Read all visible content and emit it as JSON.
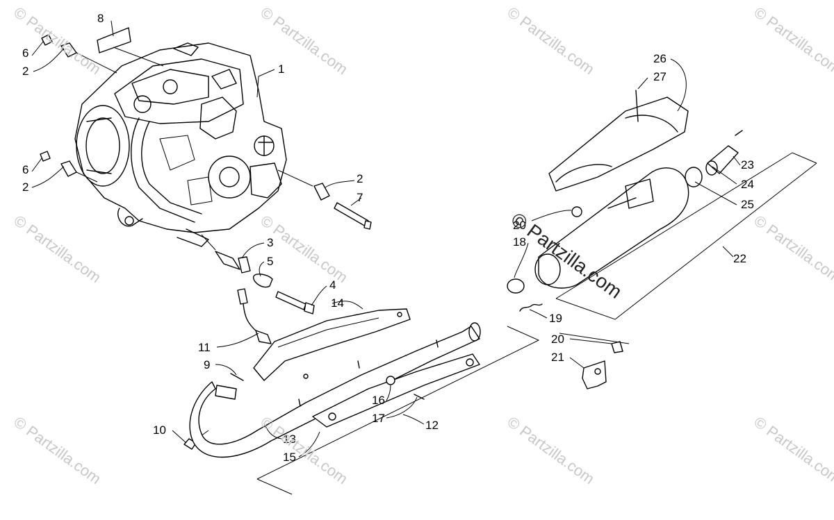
{
  "watermark": {
    "text": "© Partzilla.com",
    "center_text": "© Partzilla.com"
  },
  "callouts": {
    "c1": "1",
    "c2a": "2",
    "c2b": "2",
    "c2c": "2",
    "c3": "3",
    "c4": "4",
    "c5": "5",
    "c6a": "6",
    "c6b": "6",
    "c7": "7",
    "c8": "8",
    "c9": "9",
    "c10": "10",
    "c11": "11",
    "c12": "12",
    "c13": "13",
    "c14": "14",
    "c15": "15",
    "c16": "16",
    "c17": "17",
    "c18": "18",
    "c19": "19",
    "c20a": "20",
    "c20b": "20",
    "c21": "21",
    "c22": "22",
    "c23": "23",
    "c24": "24",
    "c25": "25",
    "c26": "26",
    "c27": "27"
  }
}
